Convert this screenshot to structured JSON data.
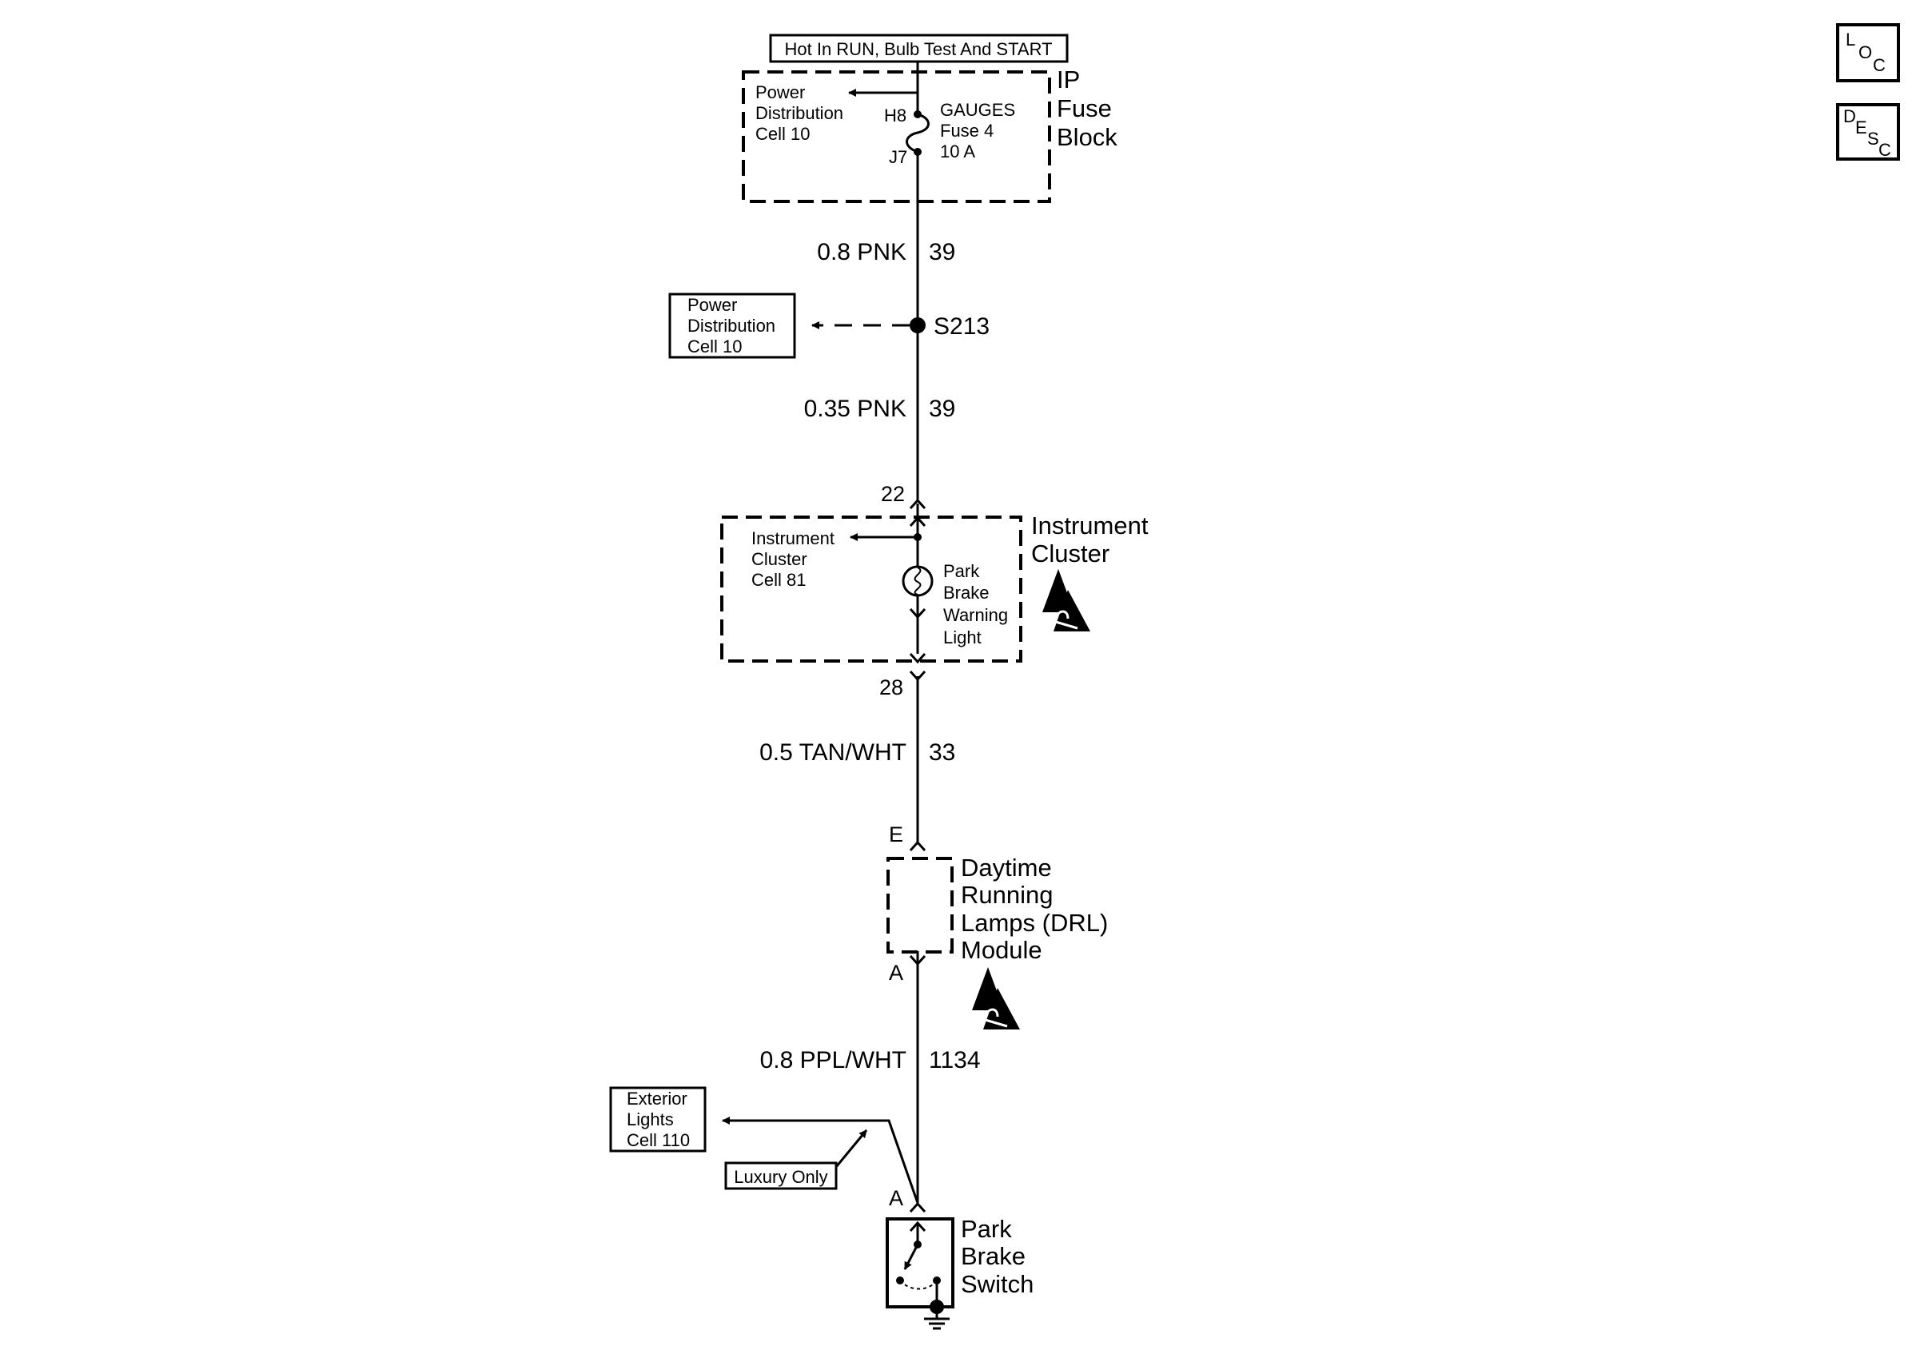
{
  "header": {
    "hot_label": "Hot In RUN, Bulb Test And START"
  },
  "fuse_block": {
    "name_lines": [
      "IP",
      "Fuse",
      "Block"
    ],
    "power_dist_lines": [
      "Power",
      "Distribution",
      "Cell 10"
    ],
    "fuse_lines": [
      "GAUGES",
      "Fuse 4",
      "10 A"
    ],
    "pin_in": "H8",
    "pin_out": "J7"
  },
  "wire_1": {
    "gauge_color": "0.8 PNK",
    "circuit": "39"
  },
  "splice": {
    "id": "S213",
    "ref_lines": [
      "Power",
      "Distribution",
      "Cell 10"
    ]
  },
  "wire_2": {
    "gauge_color": "0.35 PNK",
    "circuit": "39"
  },
  "cluster": {
    "pin_in": "22",
    "pin_out": "28",
    "name_lines": [
      "Instrument",
      "Cluster"
    ],
    "ref_lines": [
      "Instrument",
      "Cluster",
      "Cell 81"
    ],
    "lamp_lines": [
      "Park",
      "Brake",
      "Warning",
      "Light"
    ]
  },
  "wire_3": {
    "gauge_color": "0.5 TAN/WHT",
    "circuit": "33"
  },
  "drl": {
    "pin_in": "E",
    "pin_out": "A",
    "name_lines": [
      "Daytime",
      "Running",
      "Lamps (DRL)",
      "Module"
    ]
  },
  "wire_4": {
    "gauge_color": "0.8 PPL/WHT",
    "circuit": "1134"
  },
  "exterior_ref": {
    "lines": [
      "Exterior",
      "Lights",
      "Cell 110"
    ],
    "note": "Luxury Only"
  },
  "switch": {
    "pin": "A",
    "name_lines": [
      "Park",
      "Brake",
      "Switch"
    ]
  },
  "side_buttons": {
    "loc": [
      "L",
      "O",
      "C"
    ],
    "desc": [
      "D",
      "E",
      "S",
      "C"
    ]
  }
}
